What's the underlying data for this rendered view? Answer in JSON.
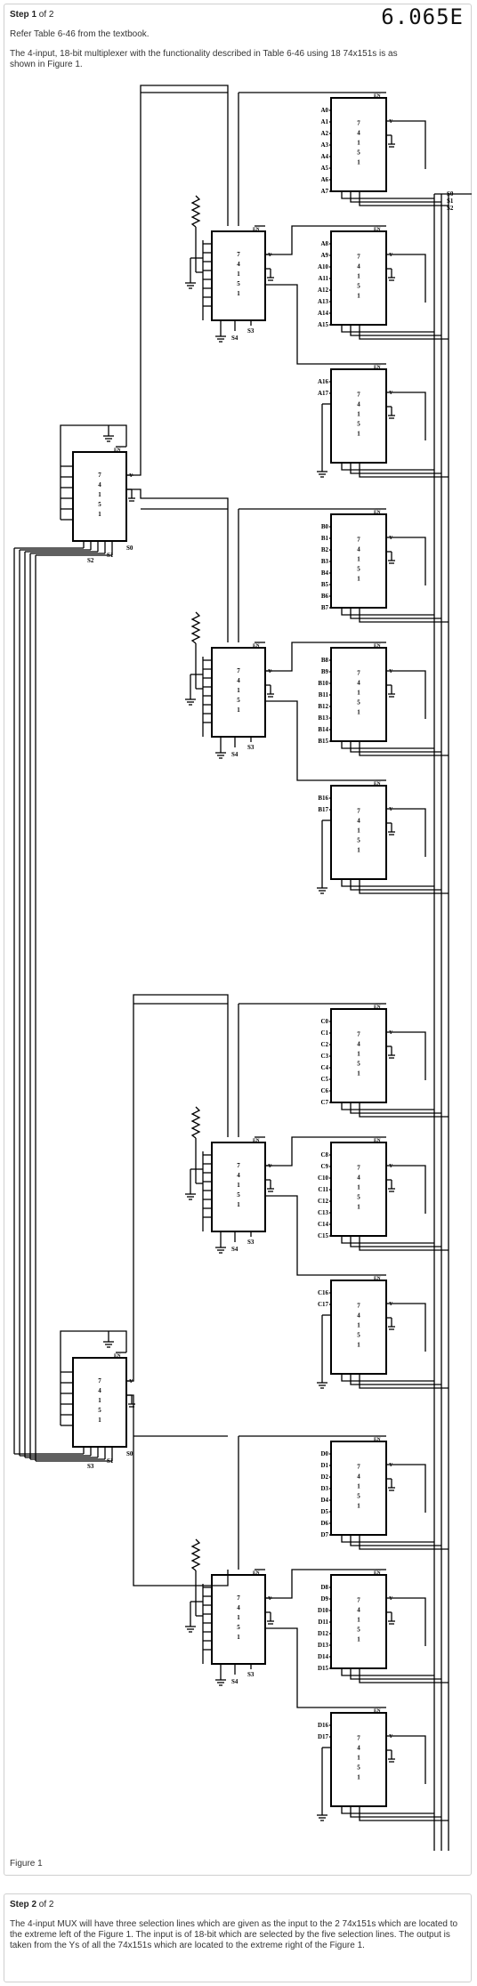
{
  "header": {
    "problem_id": "6.065E"
  },
  "step1": {
    "step_word": "Step",
    "step_num": "1",
    "of_text": "of 2",
    "para1": "Refer Table 6-46 from the textbook.",
    "para2": "The 4-input, 18-bit multiplexer with the functionality described in Table 6-46 using 18 74x151s is as shown in Figure 1.",
    "figure_label": "Figure 1"
  },
  "step2": {
    "step_word": "Step",
    "step_num": "2",
    "of_text": "of 2",
    "para": "The 4-input MUX will have three selection lines which are given as the input to the 2 74x151s which are located to the extreme left of the Figure 1. The input is of 18-bit which are selected by the five selection lines. The output is taken from the Ys of all the 74x151s which are located to the extreme right of the Figure 1."
  },
  "circuit": {
    "chip_label": [
      "7",
      "4",
      "1",
      "5",
      "1"
    ],
    "en_label": "EN",
    "y_label": "Y",
    "select_labels": [
      "S0",
      "S1",
      "S2"
    ],
    "upper_select_labels": [
      "S4",
      "S3"
    ],
    "groups": [
      {
        "mux_a": [
          "A0",
          "A1",
          "A2",
          "A3",
          "A4",
          "A5",
          "A6",
          "A7"
        ],
        "mux_b": [
          "A8",
          "A9",
          "A10",
          "A11",
          "A12",
          "A13",
          "A14",
          "A15"
        ],
        "mux_c": [
          "A16",
          "A17"
        ]
      },
      {
        "mux_a": [
          "B0",
          "B1",
          "B2",
          "B3",
          "B4",
          "B5",
          "B6",
          "B7"
        ],
        "mux_b": [
          "B8",
          "B9",
          "B10",
          "B11",
          "B12",
          "B13",
          "B14",
          "B15"
        ],
        "mux_c": [
          "B16",
          "B17"
        ]
      },
      {
        "mux_a": [
          "C0",
          "C1",
          "C2",
          "C3",
          "C4",
          "C5",
          "C6",
          "C7"
        ],
        "mux_b": [
          "C8",
          "C9",
          "C10",
          "C11",
          "C12",
          "C13",
          "C14",
          "C15"
        ],
        "mux_c": [
          "C16",
          "C17"
        ]
      },
      {
        "mux_a": [
          "D0",
          "D1",
          "D2",
          "D3",
          "D4",
          "D5",
          "D6",
          "D7"
        ],
        "mux_b": [
          "D8",
          "D9",
          "D10",
          "D11",
          "D12",
          "D13",
          "D14",
          "D15"
        ],
        "mux_c": [
          "D16",
          "D17"
        ]
      }
    ],
    "left_mux_labels": [
      {
        "s0": "S0",
        "s1": "S1",
        "s2": "S2"
      },
      {
        "s0": "S0",
        "s1": "S1",
        "s2": "S3"
      }
    ]
  }
}
